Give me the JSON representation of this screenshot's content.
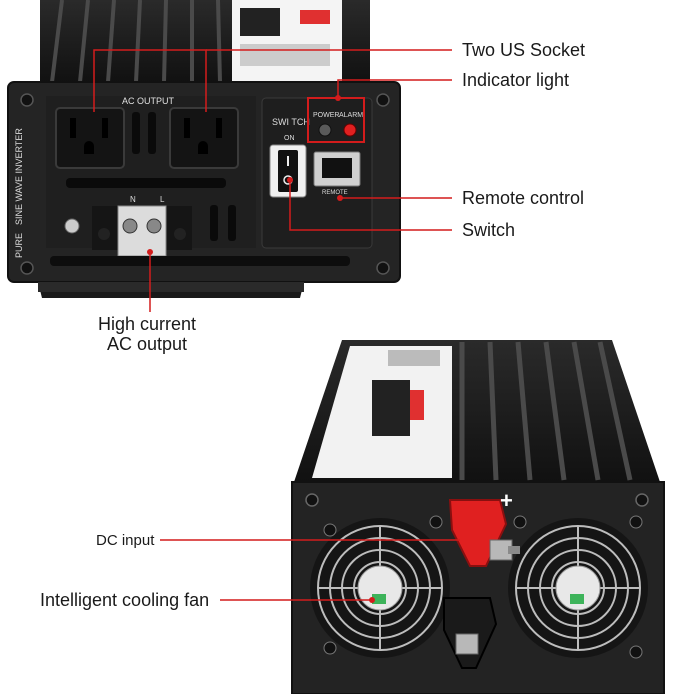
{
  "callouts": {
    "two_us_socket": "Two US Socket",
    "indicator_light": "Indicator light",
    "remote_control": "Remote control",
    "switch": "Switch",
    "high_current_line1": "High current",
    "high_current_line2": "AC output",
    "dc_input": "DC input",
    "cooling_fan": "Intelligent cooling fan"
  },
  "panel_labels": {
    "ac_output": "AC OUTPUT",
    "switch": "SWI TCH",
    "on": "ON",
    "power": "POWER",
    "alarm": "ALARM",
    "remote": "REMOTE",
    "sine_wave": "SINE WAVE INVERTER",
    "pure": "PURE",
    "n": "N",
    "l": "L",
    "plus": "+"
  },
  "colors": {
    "callout_line": "#d31c1c",
    "housing": "#1c1c1c",
    "panel": "#2a2a2a",
    "accent_red": "#e02020",
    "text": "#1a1a1a"
  }
}
